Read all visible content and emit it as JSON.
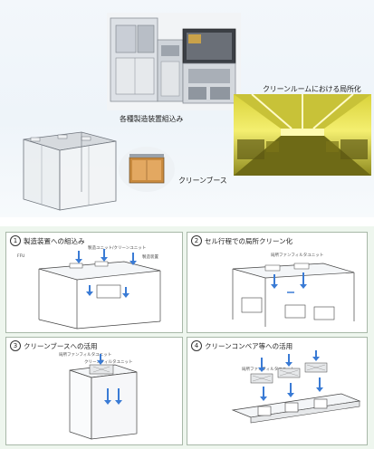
{
  "photos": {
    "manufacturing": {
      "caption": "各種製造装置組込み"
    },
    "clean_room": {
      "caption": "クリーンルームにおける局所化"
    },
    "clean_booth": {
      "caption": "クリーンブース"
    }
  },
  "panels": [
    {
      "number": "1",
      "title": "製造装置への組込み",
      "notes": [
        "製造ユニット/クリーンユニット",
        "FFU",
        "製造装置"
      ]
    },
    {
      "number": "2",
      "title": "セル行程での局所クリーン化",
      "notes": [
        "局所ファンフィルタユニット"
      ]
    },
    {
      "number": "3",
      "title": "クリーンブースへの活用",
      "notes": [
        "局所ファンフィルタユニット",
        "クリーンフィルタユニット"
      ]
    },
    {
      "number": "4",
      "title": "クリーンコンベア等への活用",
      "notes": [
        "局所ファンフィルタユニット"
      ]
    }
  ],
  "colors": {
    "arrow": "#3a7bd5",
    "panel_bg": "#eef6ee",
    "clean_room_light": "#e8e23a"
  }
}
